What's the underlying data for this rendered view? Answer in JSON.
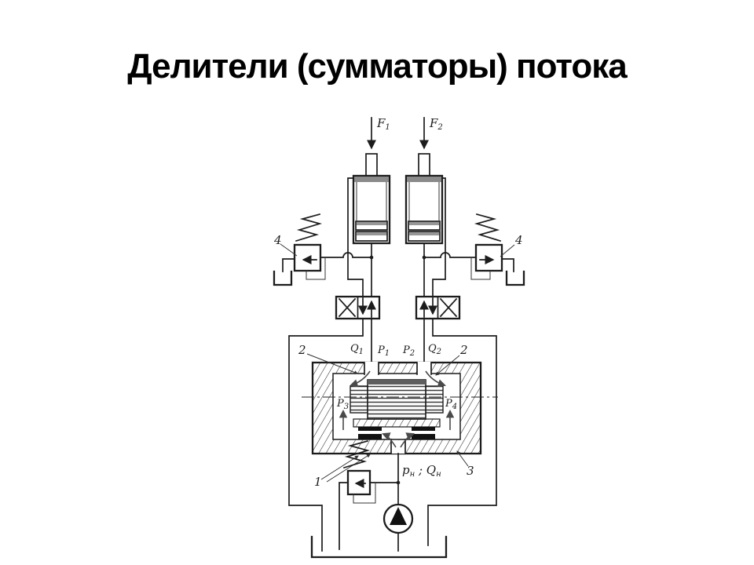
{
  "slide": {
    "title": "Делители (сумматоры) потока"
  },
  "diagram": {
    "colors": {
      "line": "#1c1c1c",
      "background": "#ffffff",
      "hatch": "#2a2a2a"
    },
    "labels": {
      "force_left": {
        "base": "F",
        "sub": "1"
      },
      "force_right": {
        "base": "F",
        "sub": "2"
      },
      "relief_valve_left": "4",
      "relief_valve_right": "4",
      "sleeve_left": "2",
      "sleeve_right": "2",
      "flow_in_left": {
        "base": "Q",
        "sub": "1"
      },
      "pressure_left": {
        "base": "P",
        "sub": "1"
      },
      "pressure_right": {
        "base": "P",
        "sub": "2"
      },
      "flow_in_right": {
        "base": "Q",
        "sub": "2"
      },
      "chamber_left": {
        "base": "P",
        "sub": "3"
      },
      "chamber_right": {
        "base": "P",
        "sub": "4"
      },
      "spool": "1",
      "housing": "3",
      "pump_supply": {
        "p": "p",
        "p_sub": "н",
        "sep": " ; ",
        "q": "Q",
        "q_sub": "н"
      }
    }
  }
}
